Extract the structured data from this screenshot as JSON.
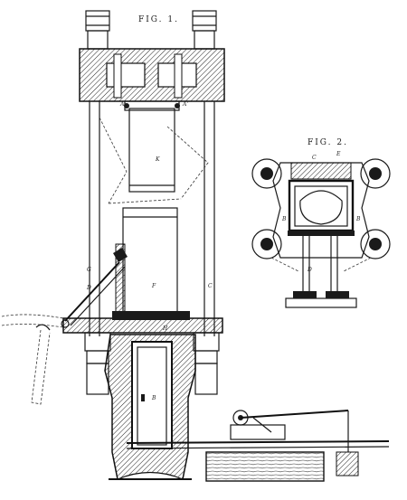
{
  "figures": [
    {
      "id": "fig1",
      "title": "FIG. 1."
    },
    {
      "id": "fig2",
      "title": "FIG. 2."
    }
  ],
  "labels": {
    "fig1": [
      "A",
      "A'",
      "K",
      "G",
      "D",
      "F",
      "C",
      "H",
      "B"
    ],
    "fig2": [
      "C",
      "E",
      "B",
      "B",
      "D"
    ]
  },
  "colors": {
    "ink": "#1a1a1a",
    "paper": "#ffffff"
  }
}
